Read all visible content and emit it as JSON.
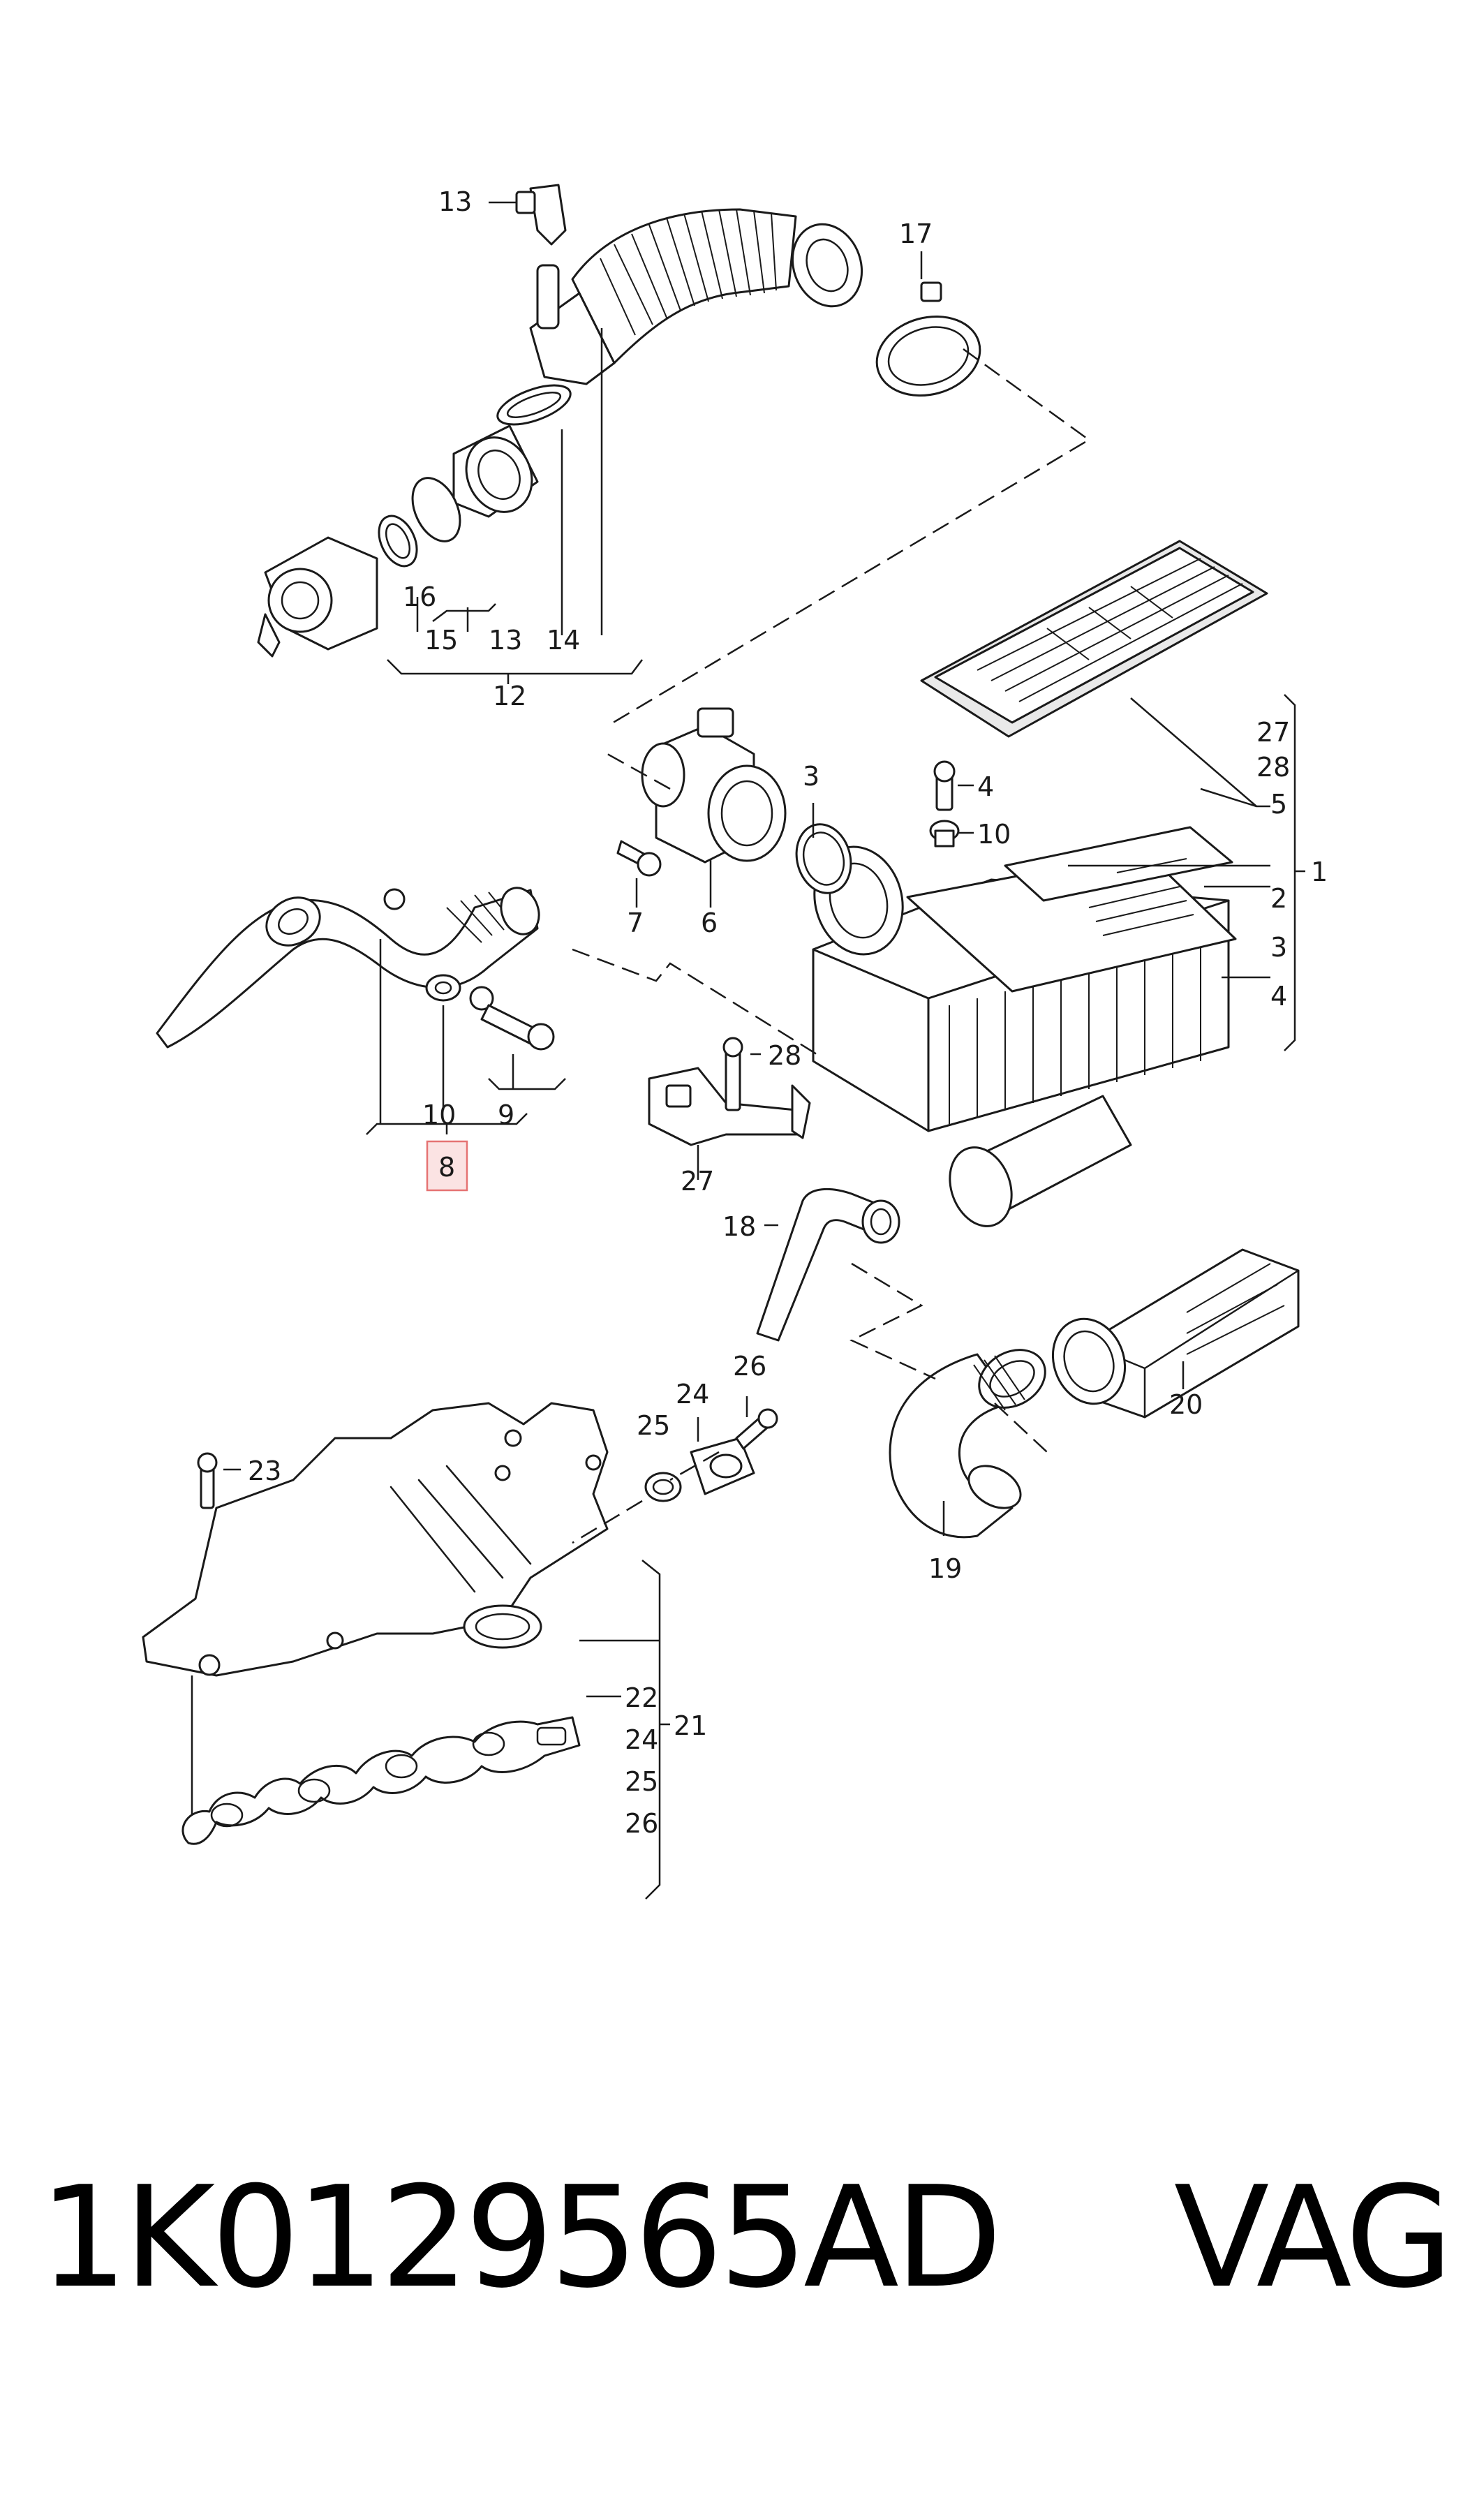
{
  "footer": {
    "part_number": "1K0129565AD",
    "brand": "VAG"
  },
  "callouts": {
    "c1": "1",
    "c2": "2",
    "c3_box": "3",
    "c3_ring": "3",
    "c4_box": "4",
    "c4_bolt": "4",
    "c5": "5",
    "c6": "6",
    "c7": "7",
    "c8": "8",
    "c9": "9",
    "c10_pipe": "10",
    "c10_box": "10",
    "c12": "12",
    "c13_top": "13",
    "c13_group": "13",
    "c14": "14",
    "c15": "15",
    "c16": "16",
    "c17": "17",
    "c18": "18",
    "c19": "19",
    "c20": "20",
    "c21": "21",
    "c22": "22",
    "c23": "23",
    "c24_part": "24",
    "c24_list": "24",
    "c25_part": "25",
    "c25_list": "25",
    "c26_part": "26",
    "c26_list": "26",
    "c27_part": "27",
    "c27_list": "27",
    "c28_part": "28",
    "c28_list": "28"
  },
  "highlighted_callout": "8",
  "highlight_colors": {
    "fill": "#fbe3e3",
    "stroke": "#e57373"
  }
}
